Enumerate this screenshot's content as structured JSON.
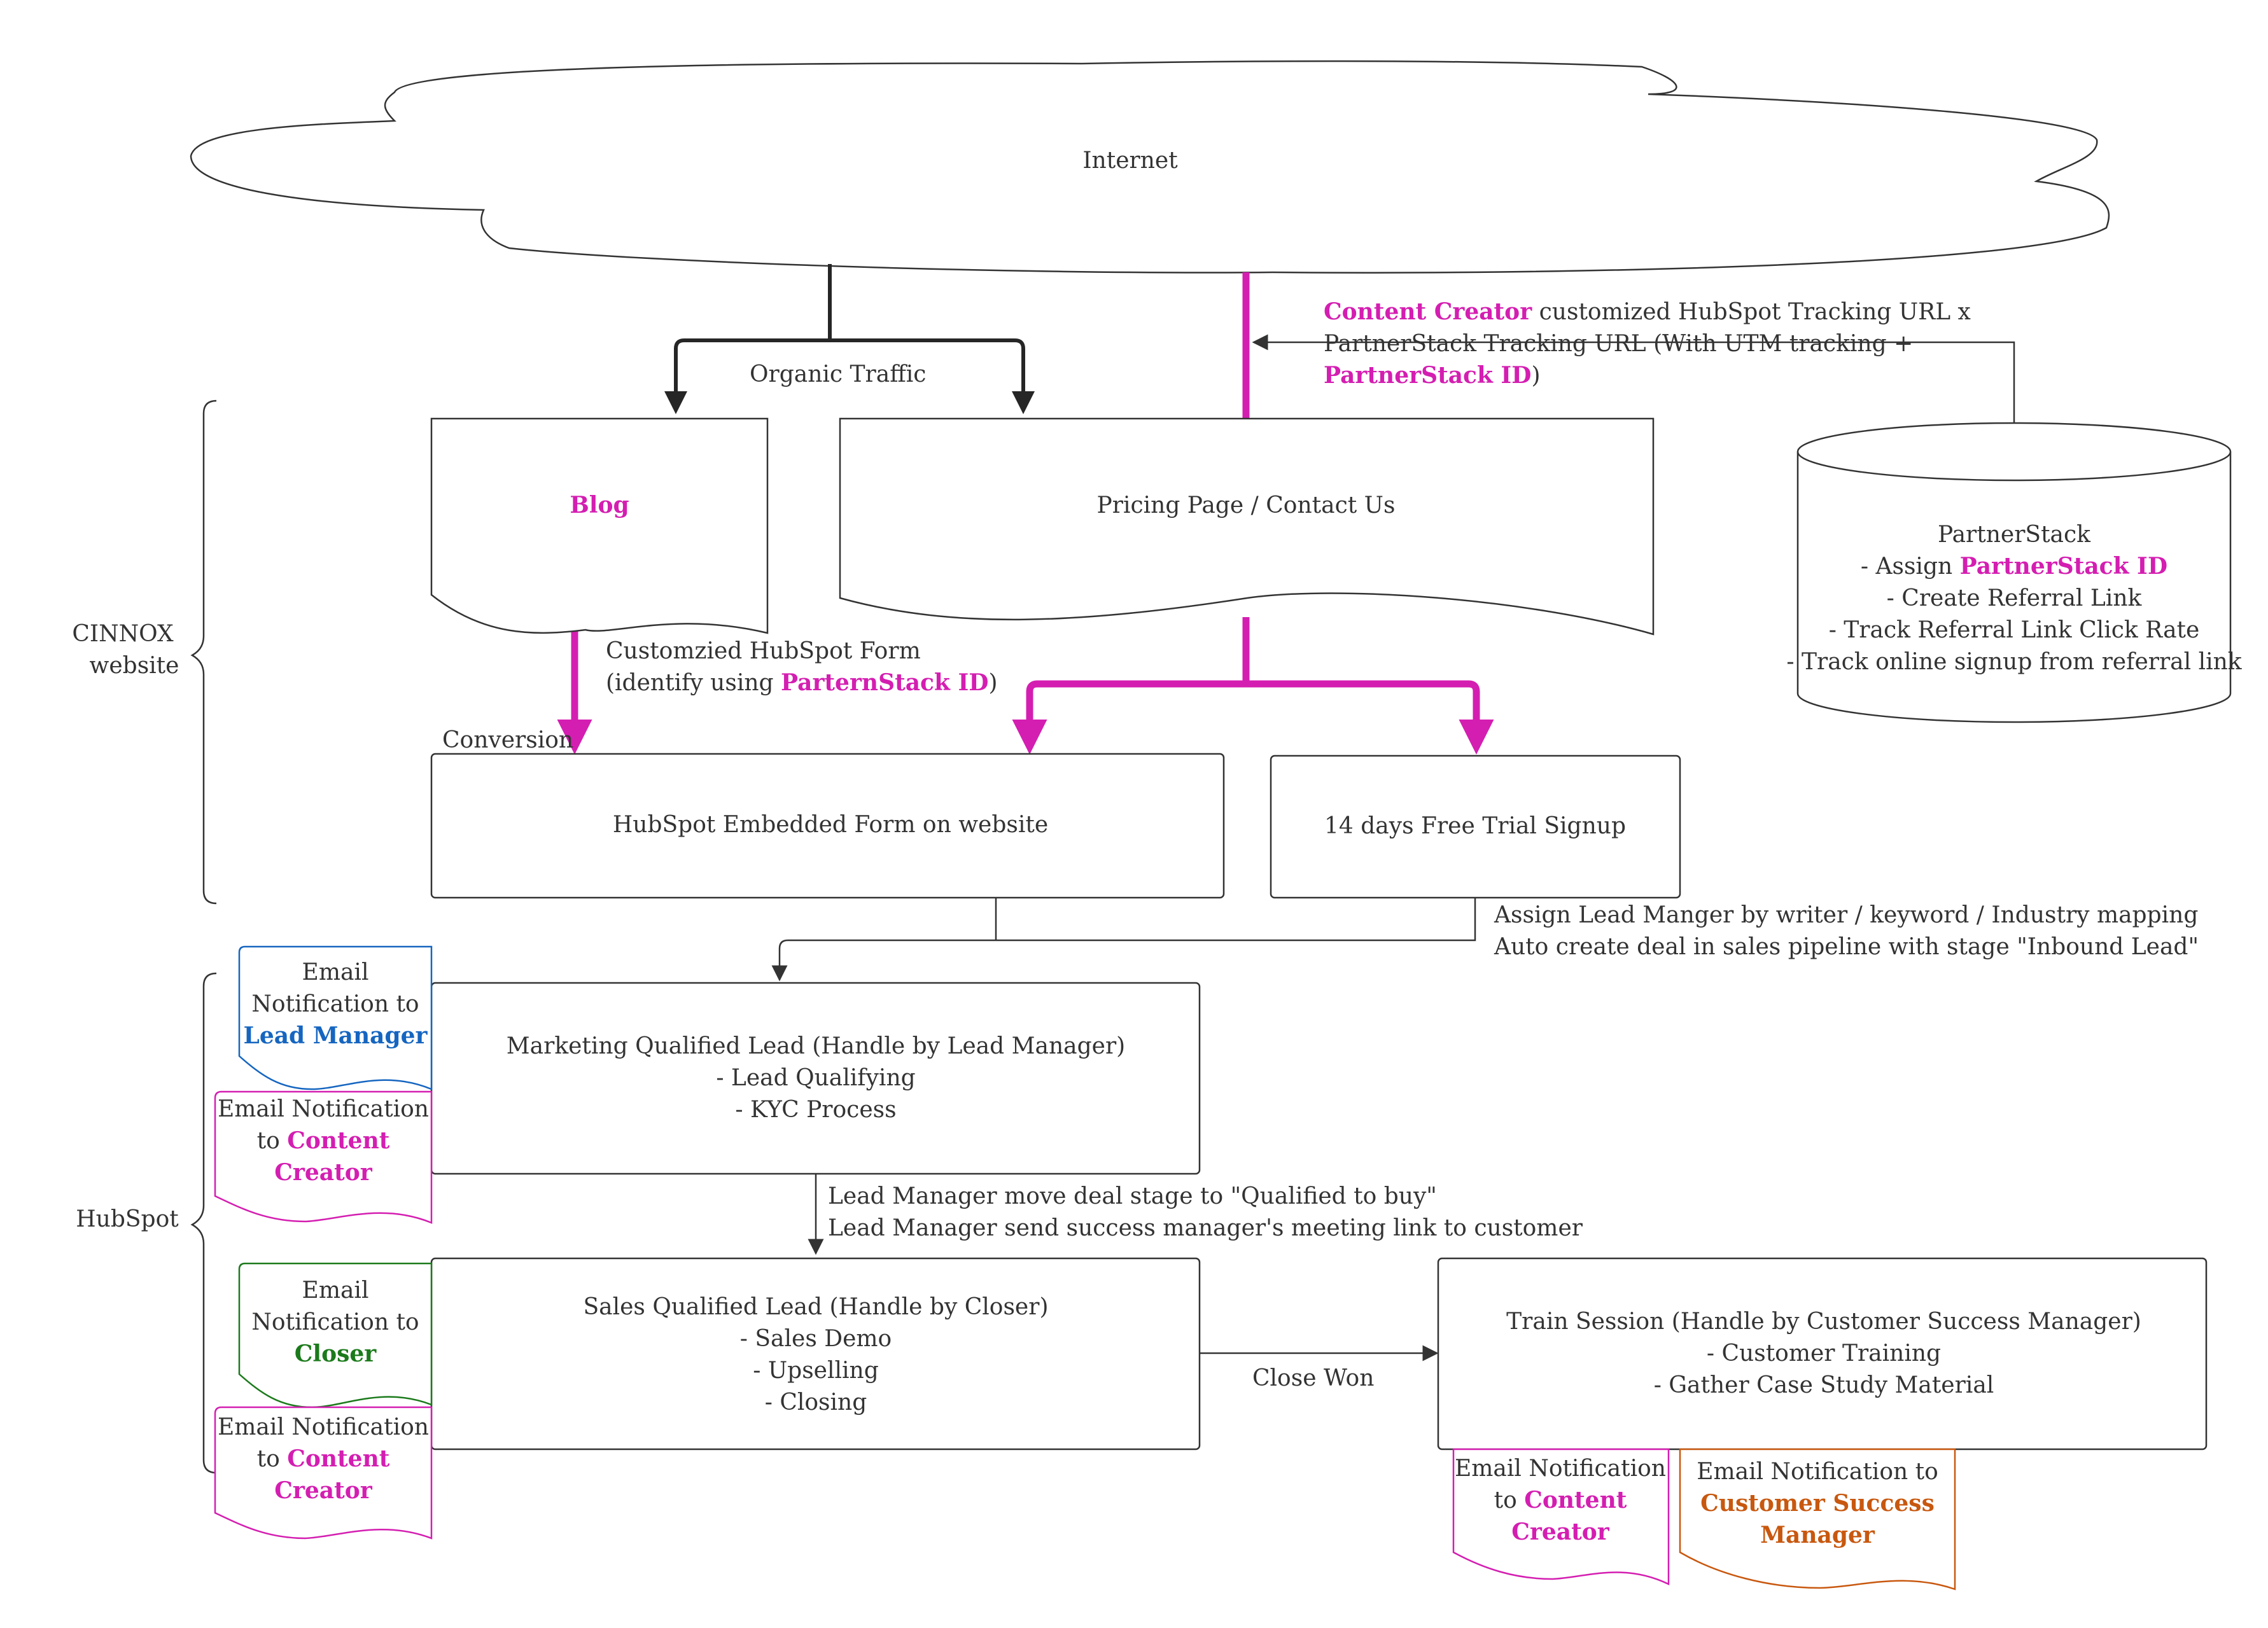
{
  "colors": {
    "magenta": "#D41EB1",
    "blue": "#1565C0",
    "green": "#1B7A1B",
    "orange": "#C8580F",
    "line": "#333333"
  },
  "internet": {
    "label": "Internet"
  },
  "blog": {
    "label": "Blog"
  },
  "pricing": {
    "label": "Pricing Page / Contact Us"
  },
  "organic_traffic": {
    "label": "Organic Traffic"
  },
  "tracking_url": {
    "line1_highlight": "Content Creator",
    "line1_rest": " customized HubSpot Tracking URL x",
    "line2": "PartnerStack Tracking URL (With UTM tracking +",
    "line3_highlight": "PartnerStack ID",
    "line3_rest": ")"
  },
  "partnerstack": {
    "title": "PartnerStack",
    "item1_prefix": "- Assign ",
    "item1_highlight": "PartnerStack ID",
    "item2": "- Create Referral Link",
    "item3": "- Track Referral Link Click Rate",
    "item4": "- Track online signup from referral link"
  },
  "cinnox_website": {
    "line1": "CINNOX",
    "line2": "website"
  },
  "hubspot_label": "HubSpot",
  "customized_form": {
    "line1": "Customzied HubSpot Form",
    "line2_prefix": "(identify using ",
    "line2_highlight": "ParternStack ID",
    "line2_suffix": ")"
  },
  "conversion": "Conversion",
  "embedded_form": {
    "label": "HubSpot Embedded Form on website"
  },
  "free_trial": {
    "label": "14 days Free Trial Signup"
  },
  "assign_lead": {
    "line1": "Assign Lead Manger by writer / keyword / Industry mapping",
    "line2": "Auto create deal in sales pipeline with stage \"Inbound Lead\""
  },
  "mql": {
    "line1": "Marketing Qualified Lead (Handle by Lead Manager)",
    "line2": "- Lead Qualifying",
    "line3": "- KYC Process"
  },
  "email_lead_manager": {
    "line1": "Email",
    "line2": "Notification to",
    "line3": "Lead Manager"
  },
  "email_content_creator_1": {
    "line1": "Email Notification",
    "line2_prefix": "to ",
    "line2_highlight": "Content",
    "line3": "Creator"
  },
  "lead_manager_move": {
    "line1": "Lead Manager move deal stage to \"Qualified to buy\"",
    "line2": "Lead Manager send success manager's meeting link to customer"
  },
  "sql": {
    "line1": "Sales Qualified Lead (Handle by Closer)",
    "line2": "- Sales Demo",
    "line3": "- Upselling",
    "line4": "- Closing"
  },
  "email_closer": {
    "line1": "Email",
    "line2": "Notification to",
    "line3": "Closer"
  },
  "email_content_creator_2": {
    "line1": "Email Notification",
    "line2_prefix": "to ",
    "line2_highlight": "Content",
    "line3": "Creator"
  },
  "close_won": "Close Won",
  "train": {
    "line1": "Train Session (Handle by Customer Success Manager)",
    "line2": "- Customer Training",
    "line3": "- Gather Case Study Material"
  },
  "email_content_creator_3": {
    "line1": "Email Notification",
    "line2_prefix": "to ",
    "line2_highlight": "Content",
    "line3": "Creator"
  },
  "email_csm": {
    "line1": "Email Notification to",
    "line2": "Customer Success",
    "line3": "Manager"
  }
}
